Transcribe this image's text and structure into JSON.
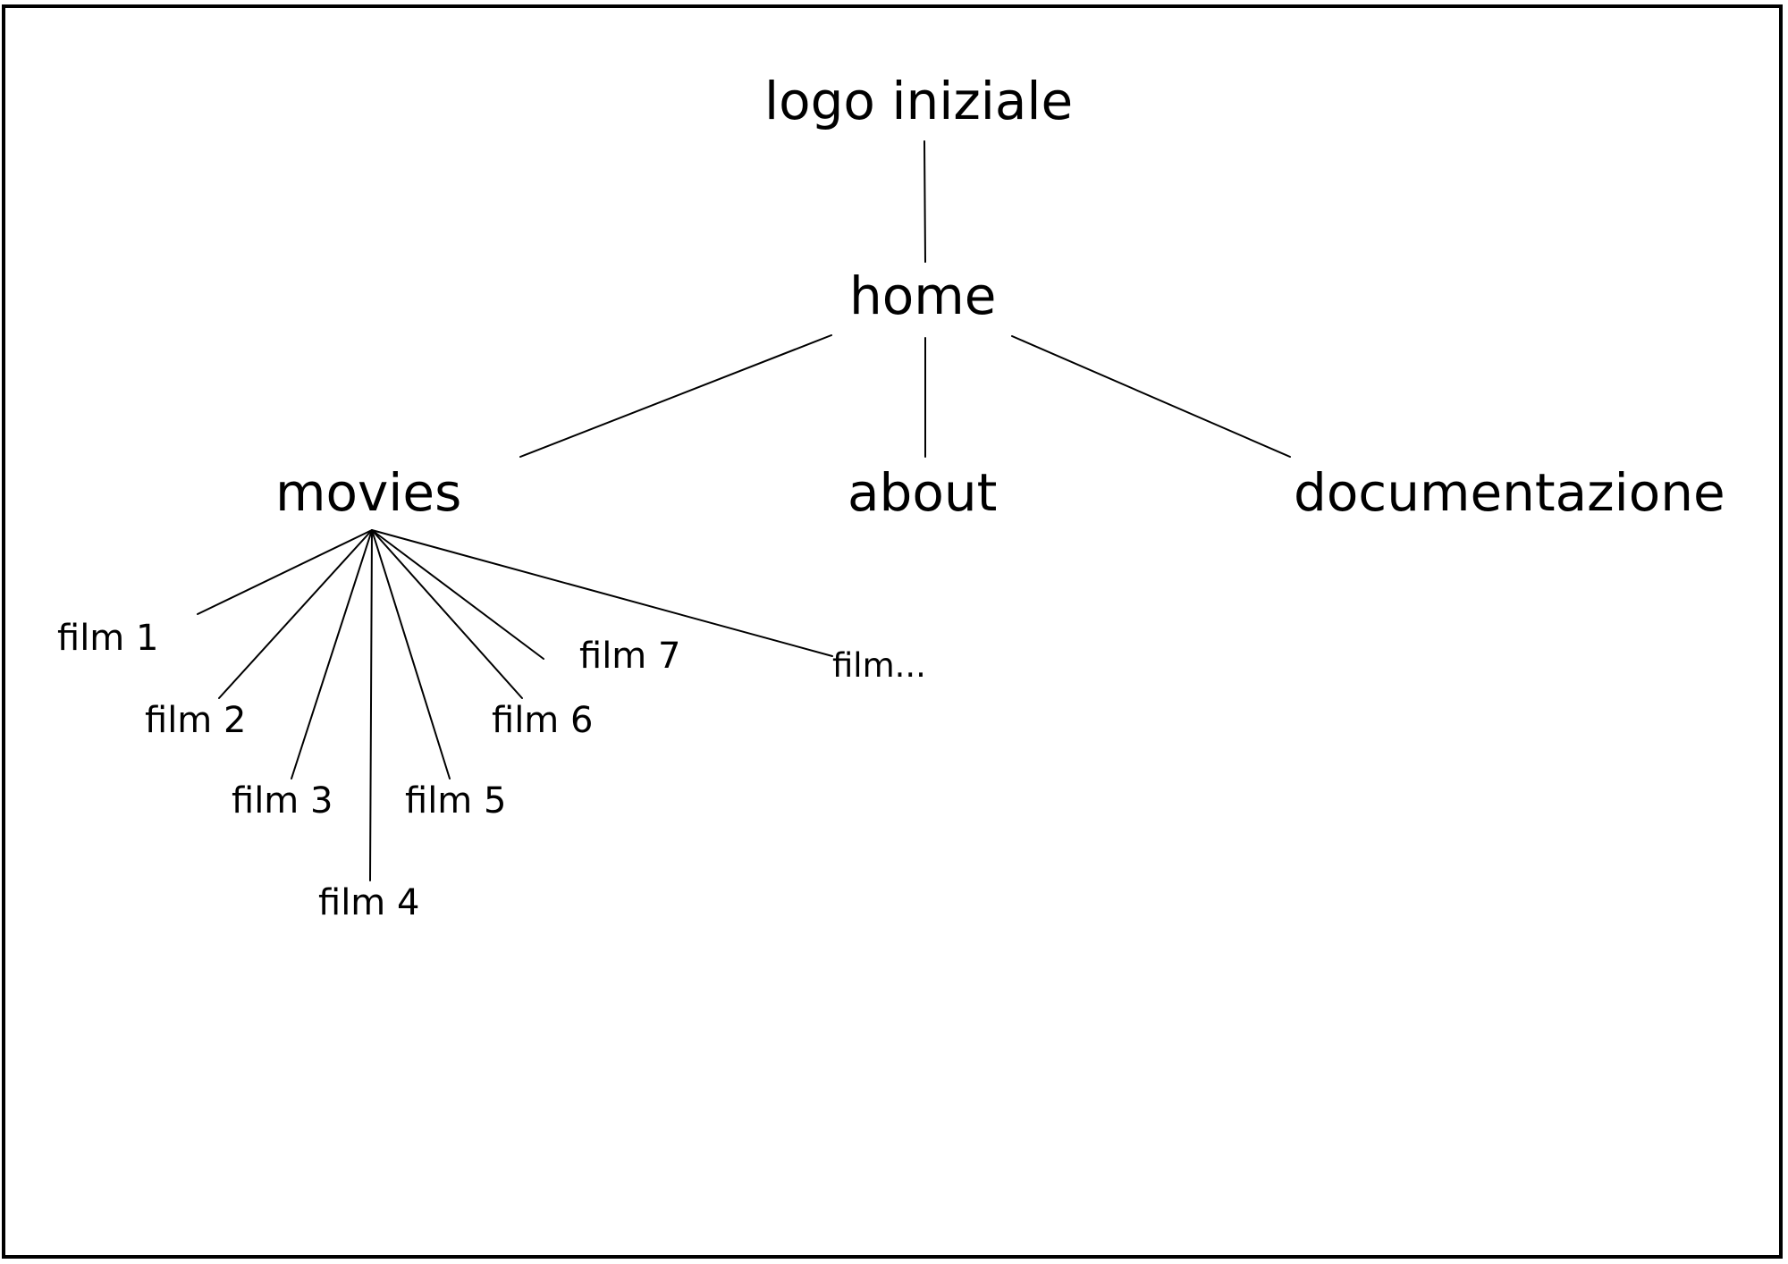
{
  "diagram": {
    "root": "logo iniziale",
    "level1": "home",
    "level2": {
      "movies": "movies",
      "about": "about",
      "documentation": "documentazione"
    },
    "films": [
      "film 1",
      "film 2",
      "film 3",
      "film 4",
      "film 5",
      "film 6",
      "film 7",
      "film..."
    ]
  },
  "colors": {
    "line": "#000000",
    "text": "#000000",
    "background": "#ffffff"
  }
}
